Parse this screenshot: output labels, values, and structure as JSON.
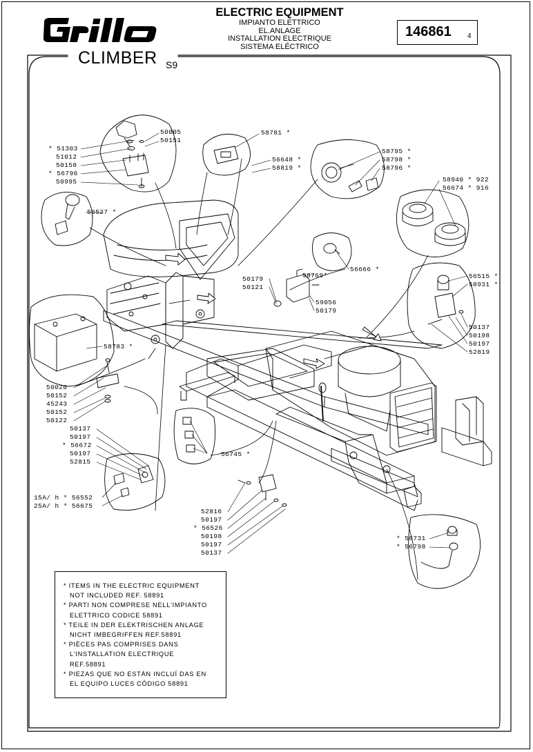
{
  "header": {
    "brand": "Grillo",
    "model": "CLIMBER",
    "model_variant": "S9",
    "title": "ELECTRIC EQUIPMENT",
    "title_translations": [
      "IMPIANTO ELETTRICO",
      "EL.ANLAGE",
      "INSTALLATION ELECTRIQUE",
      "SISTEMA ELÉCTRICO"
    ],
    "table_code": "146861",
    "table_revision": "4"
  },
  "labels": {
    "p50005": "50005",
    "p50151": "50151",
    "p51303": "* 51303",
    "p51012": "51012",
    "p50158": "50158",
    "p56796": "* 56796",
    "p50995": "50995",
    "p58781": "58781 *",
    "p56648": "56648 *",
    "p58819": "58819 *",
    "p58795": "58795 *",
    "p58798": "58798 *",
    "p58796": "58796 *",
    "p58940": "58940 * 922",
    "p56674": "56674 * 916",
    "p56527": "56527 *",
    "p56666": "56666 *",
    "p50179a": "50179",
    "p58769": "58769*",
    "p50121": "50121",
    "p59056": "59056",
    "p50179b": "50179",
    "p56515": "56515 *",
    "p58931": "58931 *",
    "p50137a": "50137",
    "p50198a": "50198",
    "p50197a": "50197",
    "p52819": "52819",
    "p58783": "58783 *",
    "p50020": "50020",
    "p50152a": "50152",
    "p45243": "45243",
    "p50152b": "50152",
    "p50122": "50122",
    "p50137b": "50137",
    "p50197b": "50197",
    "p56672": "* 56672",
    "p50197c": "50197",
    "p52815": "52815",
    "p56745": "56745 *",
    "p56552": "15A/ h * 56552",
    "p56675": "25A/ h * 56675",
    "p52816": "52816",
    "p50197d": "50197",
    "p56526": "* 56526",
    "p50198b": "50198",
    "p50197e": "50197",
    "p50137c": "50137",
    "p58731": "* 58731",
    "p56798": "* 56798"
  },
  "notes": {
    "en_1": "* ITEMS  IN  THE  ELECTRIC  EQUIPMENT",
    "en_2": "NOT  INCLUDED  REF.  58891",
    "it_1": "* PARTI  NON  COMPRESE  NELL'IMPIANTO",
    "it_2": "ELETTRICO  CODICE  58891",
    "de_1": "* TEILE  IN  DER  ELEKTRISCHEN  ANLAGE",
    "de_2": "NICHT  IMBEGRIFFEN  REF.58891",
    "fr_1": "* PIÈCES  PAS  COMPRISES  DANS",
    "fr_2": "L'INSTALLATION  ELECTRIQUE",
    "fr_3": "REF.58891",
    "es_1": "* PIEZAS  QUE  NO  ESTÁN  INCLUÍ DAS  EN",
    "es_2": "EL  EQUIPO  LUCES  CÓDIGO  58891"
  }
}
